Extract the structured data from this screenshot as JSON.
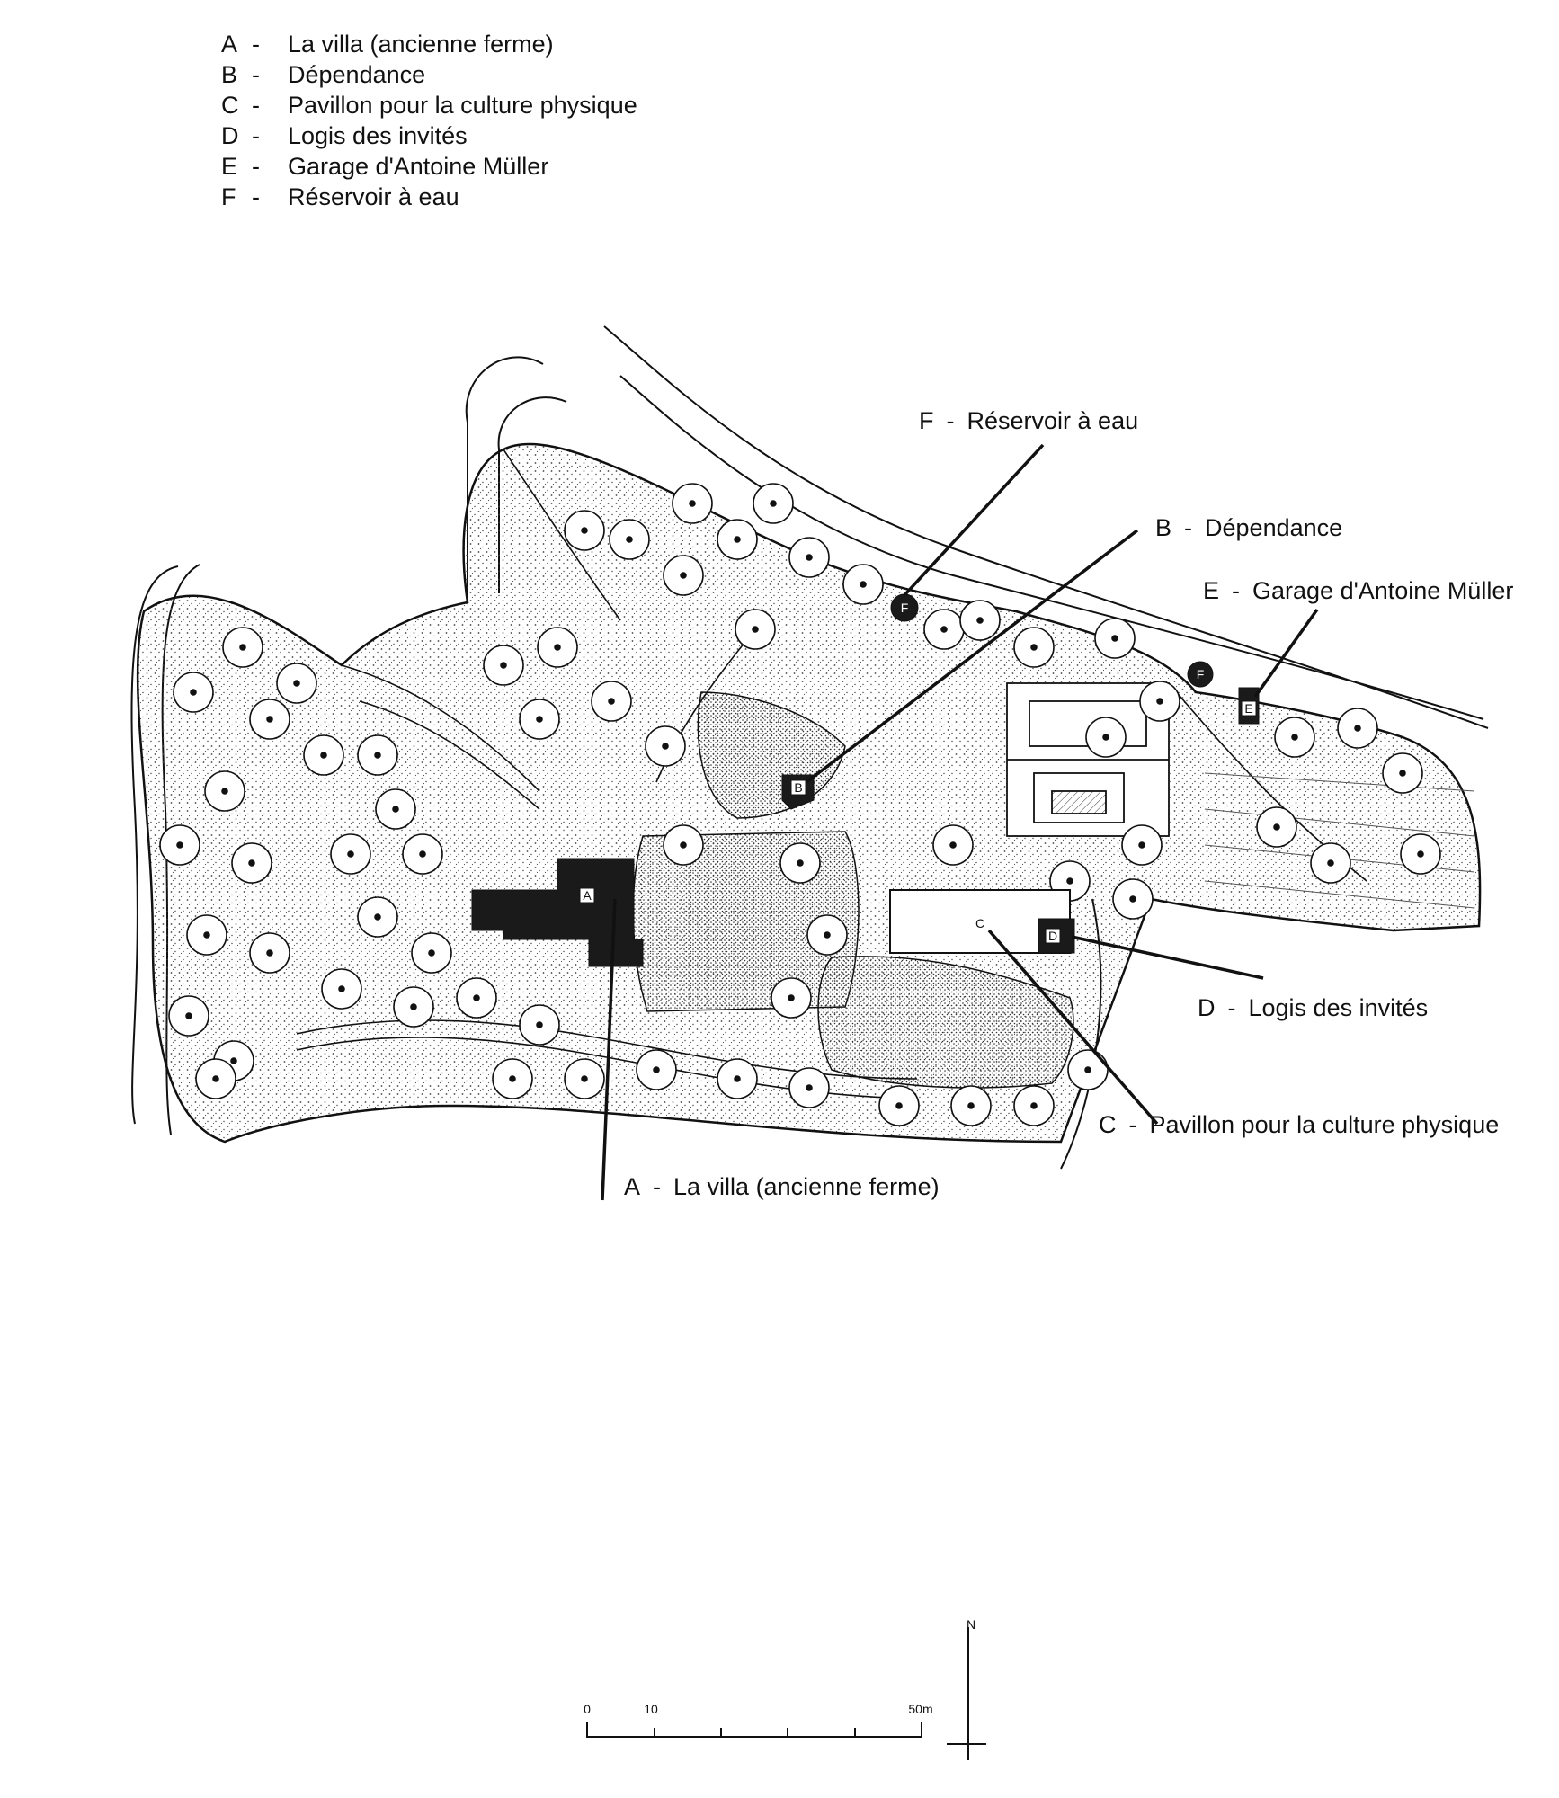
{
  "legend": [
    {
      "key": "A",
      "sep": "-",
      "label": "La villa (ancienne ferme)"
    },
    {
      "key": "B",
      "sep": "-",
      "label": "Dépendance"
    },
    {
      "key": "C",
      "sep": "-",
      "label": "Pavillon pour la culture physique"
    },
    {
      "key": "D",
      "sep": "-",
      "label": "Logis des invités"
    },
    {
      "key": "E",
      "sep": "-",
      "label": "Garage d'Antoine Müller"
    },
    {
      "key": "F",
      "sep": "-",
      "label": "Réservoir à eau"
    }
  ],
  "callouts": {
    "F": {
      "key": "F",
      "sep": "-",
      "label": "Réservoir à eau"
    },
    "B": {
      "key": "B",
      "sep": "-",
      "label": "Dépendance"
    },
    "E": {
      "key": "E",
      "sep": "-",
      "label": "Garage d'Antoine Müller"
    },
    "D": {
      "key": "D",
      "sep": "-",
      "label": "Logis des invités"
    },
    "C": {
      "key": "C",
      "sep": "-",
      "label": "Pavillon pour la culture physique"
    },
    "A": {
      "key": "A",
      "sep": "-",
      "label": "La villa (ancienne ferme)"
    }
  },
  "building_labels": {
    "A": "A",
    "B": "B",
    "C": "C",
    "D": "D",
    "E": "E",
    "F1": "F",
    "F2": "F"
  },
  "scale_bar": {
    "ticks": [
      "0",
      "10",
      "50m"
    ],
    "unit": "m"
  },
  "north_arrow": {
    "label": "N"
  },
  "colors": {
    "ink": "#111111",
    "paper": "#ffffff",
    "building": "#1a1a1a",
    "stipple": "#555555"
  }
}
